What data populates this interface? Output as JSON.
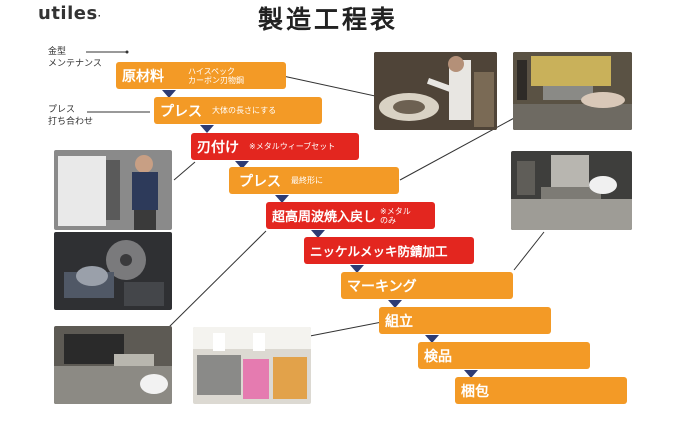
{
  "brand": {
    "name": "utiles",
    "mark": "."
  },
  "title": "製造工程表",
  "side_notes": {
    "mold": [
      "金型",
      "メンテナンス"
    ],
    "press": [
      "プレス",
      "打ち合わせ"
    ]
  },
  "steps": [
    {
      "label": "原材料",
      "note": "ハイスペック\nカーボン刃物鋼",
      "color": "orange"
    },
    {
      "label": "プレス",
      "note": "大体の長さにする",
      "color": "orange"
    },
    {
      "label": "刃付け",
      "note": "※メタルウィーブセット",
      "color": "red"
    },
    {
      "label": "プレス",
      "note": "最終形に",
      "color": "orange"
    },
    {
      "label": "超高周波焼入戻し",
      "note": "※メタル\nのみ",
      "color": "red"
    },
    {
      "label": "ニッケルメッキ防錆加工",
      "note": "",
      "color": "red"
    },
    {
      "label": "マーキング",
      "note": "",
      "color": "orange"
    },
    {
      "label": "組立",
      "note": "",
      "color": "orange"
    },
    {
      "label": "検品",
      "note": "",
      "color": "orange"
    },
    {
      "label": "梱包",
      "note": "",
      "color": "orange"
    }
  ],
  "colors": {
    "orange": "#f39a26",
    "red": "#e3261f",
    "arrow": "#2e3c74"
  }
}
